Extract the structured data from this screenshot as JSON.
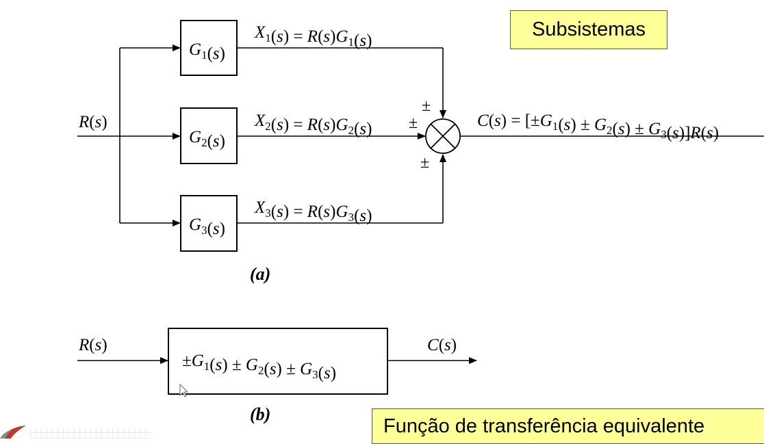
{
  "labels": {
    "input_a": "R(s)",
    "block_g1": "G1(s)",
    "block_g2": "G2(s)",
    "block_g3": "G3(s)",
    "x1_eq": "X1(s) = R(s)G1(s)",
    "x2_eq": "X2(s) = R(s)G2(s)",
    "x3_eq": "X3(s) = R(s)G3(s)",
    "sign_top": "±",
    "sign_left": "±",
    "sign_bottom": "±",
    "output_a": "C(s) = [±G1(s) ± G2(s) ± G3(s)]R(s)",
    "caption_a": "(a)",
    "input_b": "R(s)",
    "block_equiv": "±G1(s) ± G2(s) ± G3(s)",
    "output_b": "C(s)",
    "caption_b": "(b)"
  },
  "callouts": {
    "subsystems": "Subsistemas",
    "equivalent_tf": "Função de transferência equivalente"
  },
  "colors": {
    "callout_bg": "#ffff99",
    "line": "#000000"
  },
  "icons": {
    "summing_junction": "summing-junction-icon",
    "cursor": "mouse-cursor-icon",
    "logo": "logo-icon"
  }
}
